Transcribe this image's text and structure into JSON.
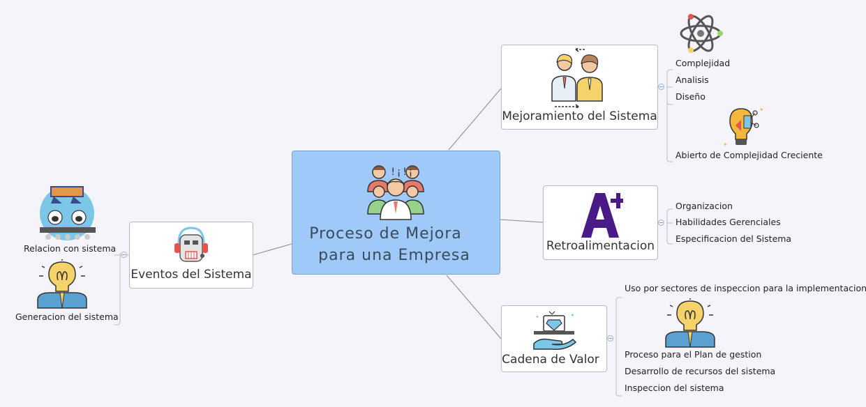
{
  "central": {
    "title_line1": "Proceso de Mejora",
    "title_line2": "para una Empresa"
  },
  "branches": {
    "mejoramiento": {
      "label": "Mejoramiento del Sistema",
      "children": [
        "Complejidad",
        "Analisis",
        "Diseño",
        "Abierto de Complejidad Creciente"
      ]
    },
    "retroalimentacion": {
      "label": "Retroalimentacion",
      "children": [
        "Organizacion",
        "Habilidades Gerenciales",
        "Especificacion del Sistema"
      ]
    },
    "cadena": {
      "label": "Cadena de Valor",
      "children": [
        "Uso por sectores de inspeccion para la implementacion",
        "Proceso para el Plan de gestion",
        "Desarrollo de recursos del sistema",
        "Inspeccion del sistema"
      ]
    },
    "eventos": {
      "label": "Eventos del Sistema",
      "children": [
        "Relacion con sistema",
        "Generacion del sistema"
      ]
    }
  },
  "icons": [
    "team-icon",
    "business-partners-icon",
    "atom-icon",
    "lightbulb-gear-icon",
    "a-plus-grade-icon",
    "diamond-offer-icon",
    "lightbulb-person-icon",
    "robot-headset-icon",
    "sheep-conveyor-icon"
  ],
  "colors": {
    "central_fill": "#9fc9f8",
    "background": "#f5f4fa",
    "a_plus": "#4a1a86"
  }
}
